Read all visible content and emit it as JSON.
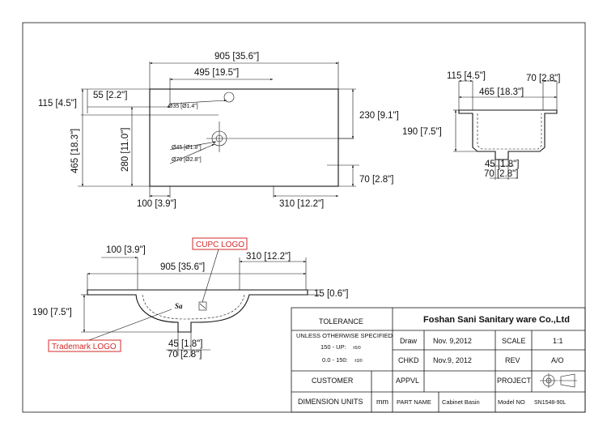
{
  "top_view": {
    "overall_width": "905 [35.6\"]",
    "faucet_offset": "495 [19.5\"]",
    "edge_offset_left": "55 [2.2\"]",
    "edge_offset_top": "115 [4.5\"]",
    "faucet_hole": "Ø35 [Ø1.4\"]",
    "overall_depth": "465 [18.3\"]",
    "bowl_depth": "280 [11.0\"]",
    "drain_offset_right": "230 [9.1\"]",
    "drain_small": "Ø45 [Ø1.8\"]",
    "drain_large": "Ø70 [Ø2.8\"]",
    "front_edge": "70 [2.8\"]",
    "left_offset": "100 [3.9\"]",
    "right_offset": "310 [12.2\"]"
  },
  "side_view": {
    "edge_left": "115 [4.5\"]",
    "edge_right": "70 [2.8\"]",
    "depth": "465 [18.3\"]",
    "height": "190 [7.5\"]",
    "drain_small": "45 [1.8\"]",
    "drain_large": "70 [2.8\"]"
  },
  "front_view": {
    "left_offset": "100 [3.9\"]",
    "right_offset": "310 [12.2\"]",
    "overall_width": "905 [35.6\"]",
    "rim": "15 [0.6\"]",
    "height": "190 [7.5\"]",
    "drain_small": "45 [1.8\"]",
    "drain_large": "70 [2.8\"]",
    "logo_text": "Sa",
    "callout_cupc": "CUPC LOGO",
    "callout_trademark": "Trademark LOGO"
  },
  "title_block": {
    "company": "Foshan Sani Sanitary ware Co.,Ltd",
    "tolerance_label": "TOLERANCE",
    "unless_text": "UNLESS OTHERWISE SPECIFIED",
    "tol_150_up": "150 - UP:",
    "tol_0_150": "0.0 - 150:",
    "tol_150_up_val": "±5/0",
    "tol_0_150_val": "±3/0",
    "draw_label": "Draw",
    "draw_date": "Nov. 9,2012",
    "chkd_label": "CHKD",
    "chkd_date": "Nov.9, 2012",
    "appvl_label": "APPVL",
    "scale_label": "SCALE",
    "scale_value": "1:1",
    "rev_label": "REV",
    "rev_value": "A/O",
    "project_label": "PROJECT",
    "customer_label": "CUSTOMER",
    "dimension_units_label": "DIMENSION UNITS",
    "units_value": "mm",
    "part_name_label": "PART NAME",
    "part_name_value": "Cabinet Basin",
    "model_label": "Model NO",
    "model_value": "SN1548-90L"
  }
}
